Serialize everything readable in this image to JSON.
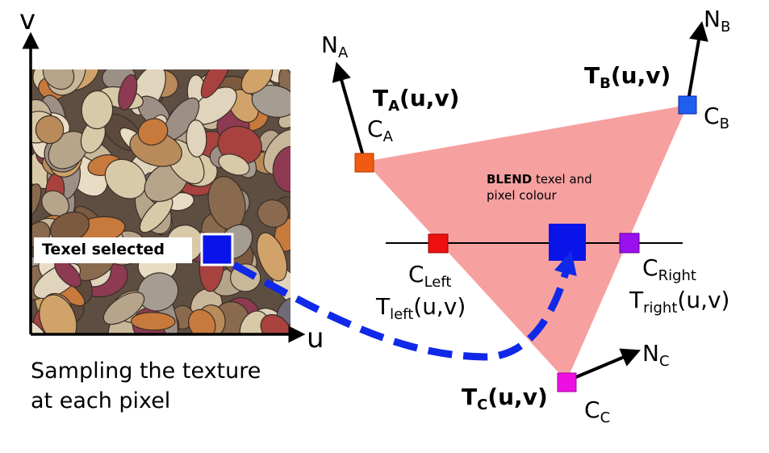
{
  "axes": {
    "v_label": "v",
    "u_label": "u"
  },
  "texture": {
    "selected_label": "Texel selected",
    "caption_line1": "Sampling the texture",
    "caption_line2": "at each pixel"
  },
  "vertices": {
    "a": {
      "normal": "N",
      "normal_sub": "A",
      "color": "C",
      "color_sub": "A",
      "tex_prefix": "T",
      "tex_sub": "A",
      "tex_args": "(u,v)",
      "swatch": "#ef5b12"
    },
    "b": {
      "normal": "N",
      "normal_sub": "B",
      "color": "C",
      "color_sub": "B",
      "tex_prefix": "T",
      "tex_sub": "B",
      "tex_args": "(u,v)",
      "swatch": "#1f5ff0"
    },
    "c": {
      "normal": "N",
      "normal_sub": "C",
      "color": "C",
      "color_sub": "C",
      "tex_prefix": "T",
      "tex_sub": "C",
      "tex_args": "(u,v)",
      "swatch": "#ee10e0"
    }
  },
  "scanline": {
    "left": {
      "color": "C",
      "color_sub": "Left",
      "tex": "T",
      "tex_sub": "left",
      "tex_args": "(u,v)",
      "swatch": "#ee1010"
    },
    "right": {
      "color": "C",
      "color_sub": "Right",
      "tex": "T",
      "tex_sub": "right",
      "tex_args": "(u,v)",
      "swatch": "#9a10ee"
    }
  },
  "blend": {
    "bold": "BLEND",
    "rest1": " texel and",
    "rest2": "pixel colour"
  },
  "colors": {
    "triangle": "#f7a0a0",
    "texel": "#0a14e8",
    "dash": "#1028e8",
    "black": "#000000"
  }
}
